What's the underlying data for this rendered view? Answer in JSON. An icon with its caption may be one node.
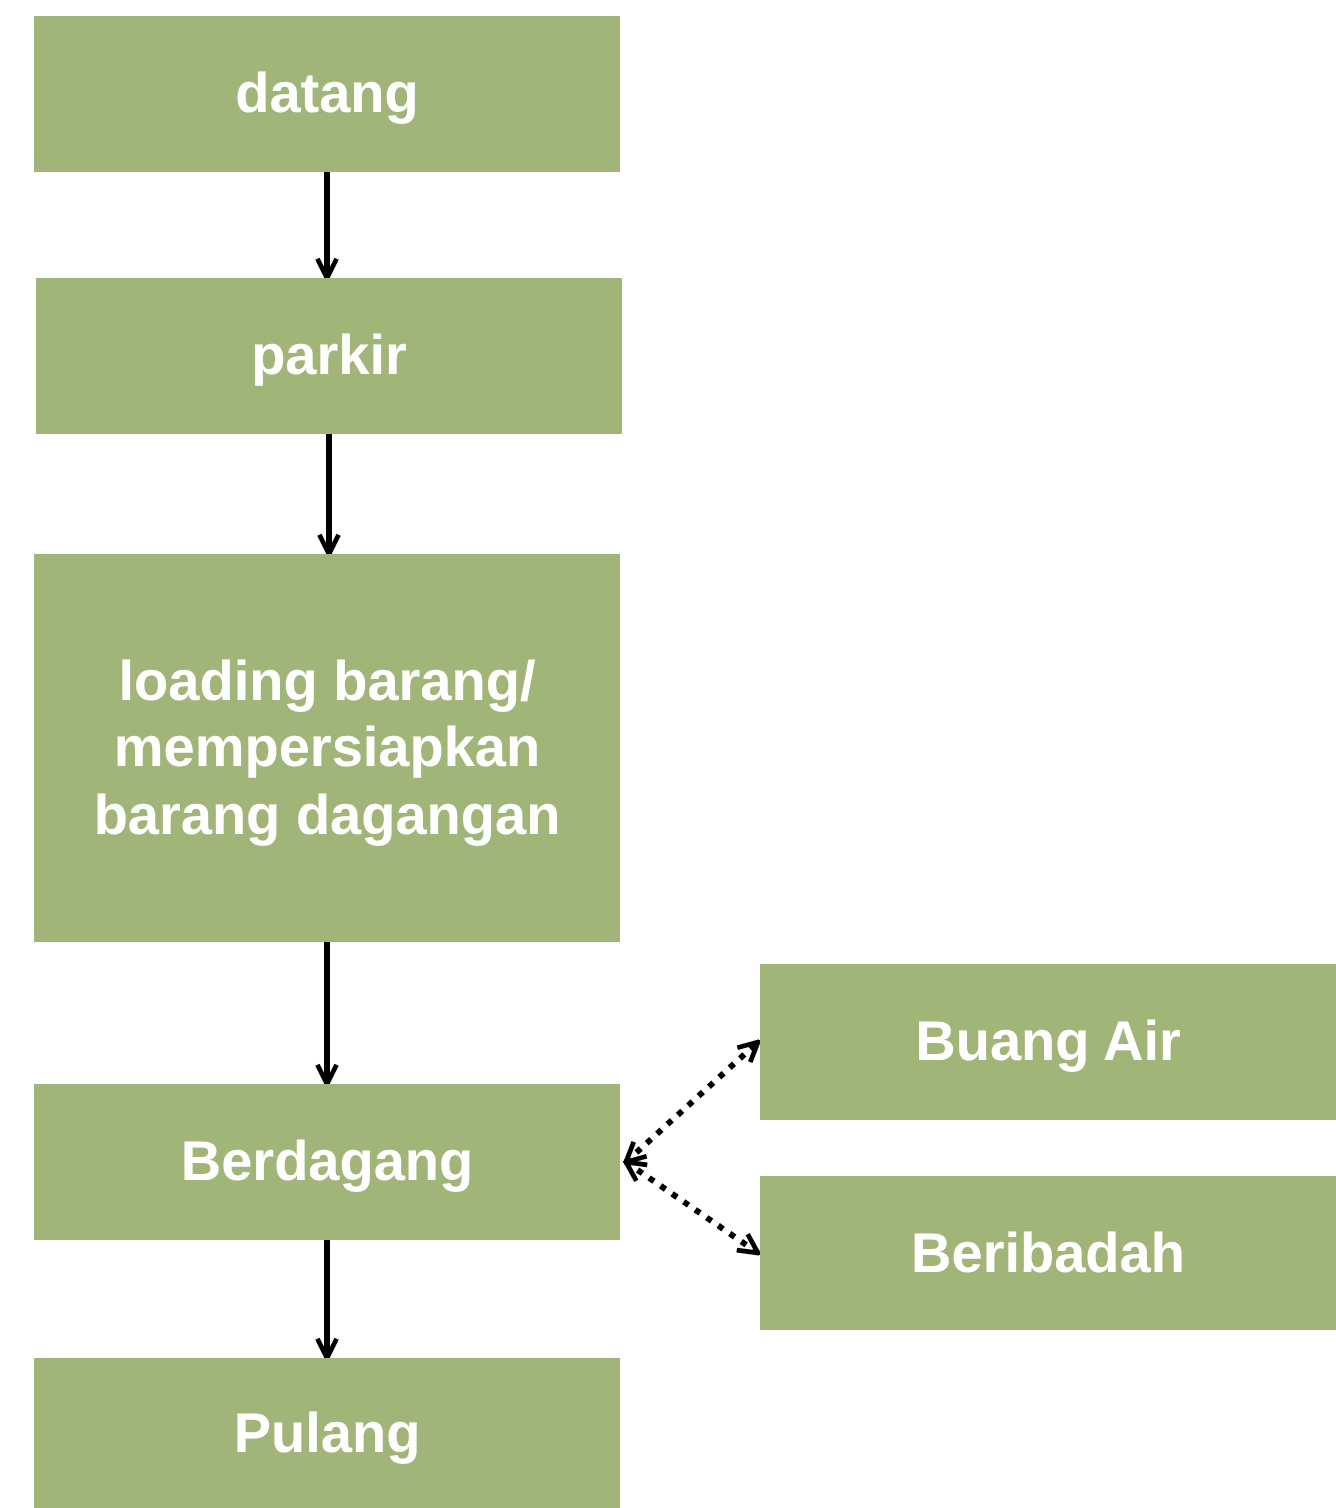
{
  "diagram": {
    "nodes": [
      {
        "text": [
          "datang"
        ]
      },
      {
        "text": [
          "parkir"
        ]
      },
      {
        "text": [
          "loading barang/ mempersiapkan barang dagangan"
        ]
      },
      {
        "text": [
          "Berdagang"
        ]
      },
      {
        "text": [
          "Pulang"
        ]
      },
      {
        "text": [
          "Buang Air"
        ]
      },
      {
        "text": [
          "Beribadah"
        ]
      }
    ],
    "edges": [
      {
        "from": 0,
        "to": 1,
        "arrow": "to"
      },
      {
        "from": 1,
        "to": 2,
        "arrow": "to"
      },
      {
        "from": 2,
        "to": 3,
        "arrow": "to"
      },
      {
        "from": 3,
        "to": 4,
        "arrow": "to"
      },
      {
        "from": 3,
        "to": 5,
        "arrow": "both",
        "style": "dashed"
      },
      {
        "from": 3,
        "to": 6,
        "arrow": "both",
        "style": "dashed"
      }
    ]
  }
}
